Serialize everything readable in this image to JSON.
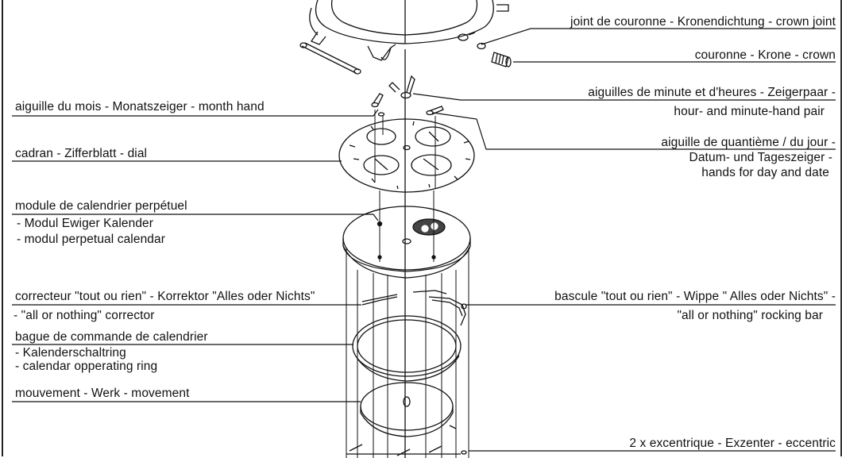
{
  "labels": {
    "crown_joint": "joint de couronne - Kronendichtung - crown joint",
    "crown": "couronne - Krone - crown",
    "hour_minute_1": "aiguilles de minute et d'heures - Zeigerpaar -",
    "hour_minute_2": "hour- and minute-hand pair",
    "month_hand": "aiguille du mois - Monatszeiger - month hand",
    "date_hand_1": "aiguille de quantième / du jour -",
    "date_hand_2": "Datum- und Tageszeiger -",
    "date_hand_3": "hands for day and date",
    "dial": "cadran - Zifferblatt - dial",
    "module_1": "module de calendrier perpétuel",
    "module_2": "- Modul Ewiger Kalender",
    "module_3": "- modul perpetual calendar",
    "corrector_1": "correcteur \"tout ou rien\" - Korrektor \"Alles oder Nichts\"",
    "corrector_2": "- \"all or nothing\" corrector",
    "rocking_1": "bascule \"tout ou rien\" - Wippe \" Alles oder Nichts\" -",
    "rocking_2": "\"all or nothing\" rocking bar",
    "ring_1": "bague de commande de calendrier",
    "ring_2": "- Kalenderschaltring",
    "ring_3": "- calendar opperating ring",
    "movement": "mouvement - Werk - movement",
    "eccentric": "2 x  excentrique - Exzenter - eccentric"
  },
  "colors": {
    "line": "#111111",
    "background": "#ffffff"
  }
}
